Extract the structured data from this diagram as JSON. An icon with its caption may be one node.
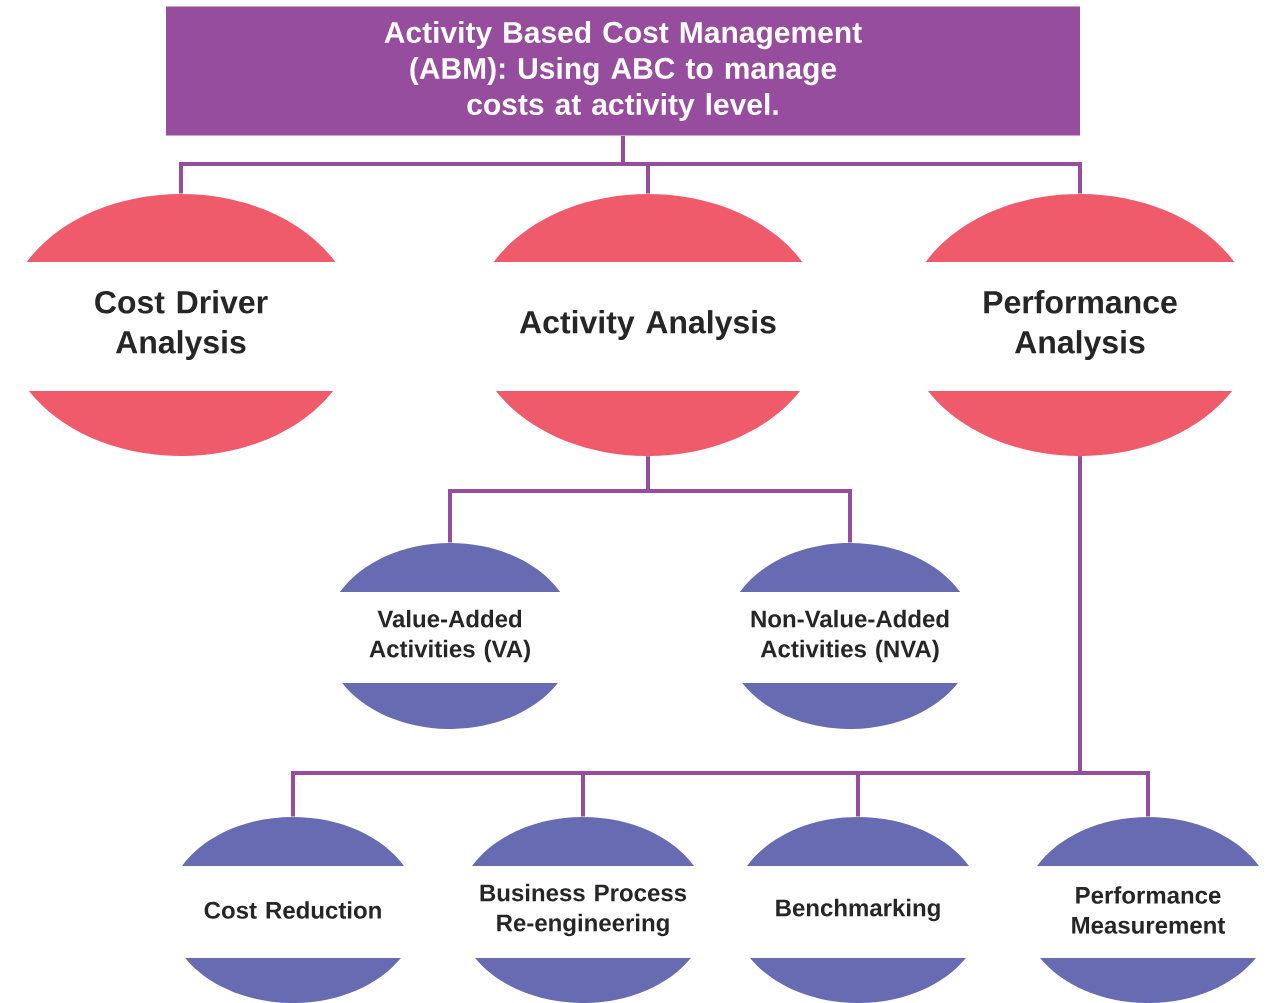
{
  "diagram": {
    "nodes": [
      {
        "text": [
          "Activity Based Cost Management (ABM): Using ABC to manage costs at activity level."
        ]
      },
      {
        "text": [
          "Cost Driver Analysis"
        ]
      },
      {
        "text": [
          "Activity Analysis"
        ]
      },
      {
        "text": [
          "Performance Analysis"
        ]
      },
      {
        "text": [
          "Value-Added Activities (VA)"
        ]
      },
      {
        "text": [
          "Non-Value-Added Activities (NVA)"
        ]
      },
      {
        "text": [
          "Cost Reduction"
        ]
      },
      {
        "text": [
          "Business Process Re-engineering"
        ]
      },
      {
        "text": [
          "Benchmarking"
        ]
      },
      {
        "text": [
          "Performance Measurement"
        ]
      }
    ],
    "edges": [
      {
        "from": 0,
        "to": 1,
        "arrow": "none"
      },
      {
        "from": 0,
        "to": 2,
        "arrow": "none"
      },
      {
        "from": 0,
        "to": 3,
        "arrow": "none"
      },
      {
        "from": 2,
        "to": 4,
        "arrow": "none"
      },
      {
        "from": 2,
        "to": 5,
        "arrow": "none"
      },
      {
        "from": 3,
        "to": 6,
        "arrow": "none"
      },
      {
        "from": 3,
        "to": 7,
        "arrow": "none"
      },
      {
        "from": 3,
        "to": 8,
        "arrow": "none"
      },
      {
        "from": 3,
        "to": 9,
        "arrow": "none"
      }
    ]
  }
}
